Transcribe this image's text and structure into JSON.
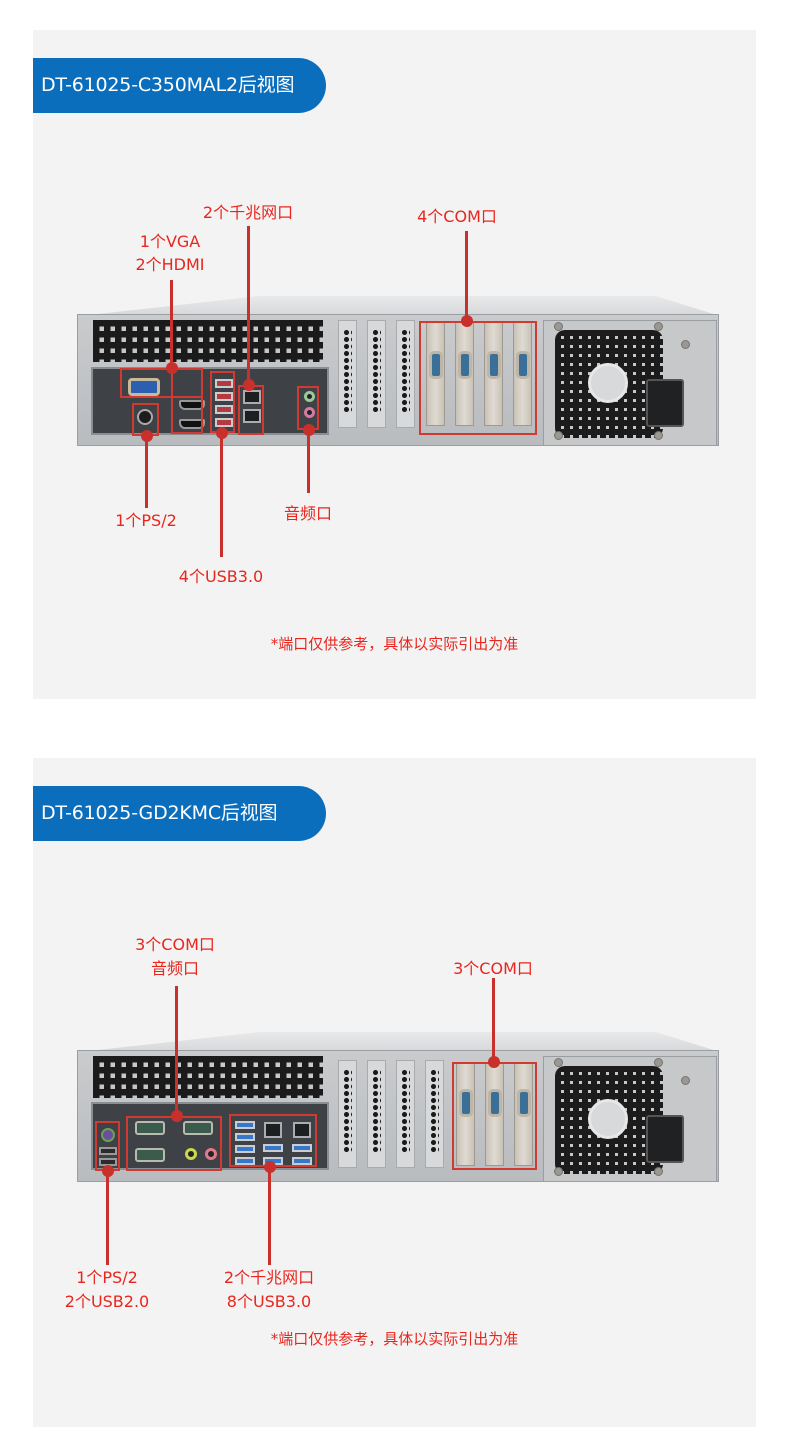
{
  "panels": [
    {
      "title": "DT-61025-C350MAL2后视图",
      "labels": {
        "lan": "2个千兆网口",
        "com": "4个COM口",
        "vga_line1": "1个VGA",
        "vga_line2": "2个HDMI",
        "ps2": "1个PS/2",
        "audio": "音频口",
        "usb": "4个USB3.0"
      },
      "note": "*端口仅供参考，具体以实际引出为准"
    },
    {
      "title": "DT-61025-GD2KMC后视图",
      "labels": {
        "com_audio_line1": "3个COM口",
        "com_audio_line2": "音频口",
        "com": "3个COM口",
        "ps2_line1": "1个PS/2",
        "ps2_line2": "2个USB2.0",
        "lan_line1": "2个千兆网口",
        "lan_line2": "8个USB3.0"
      },
      "note": "*端口仅供参考，具体以实际引出为准"
    }
  ],
  "colors": {
    "badge_blue": "#0a6ebd",
    "label_red": "#e8261e",
    "callout_red": "#c9302c",
    "panel_bg": "#f3f3f3"
  }
}
